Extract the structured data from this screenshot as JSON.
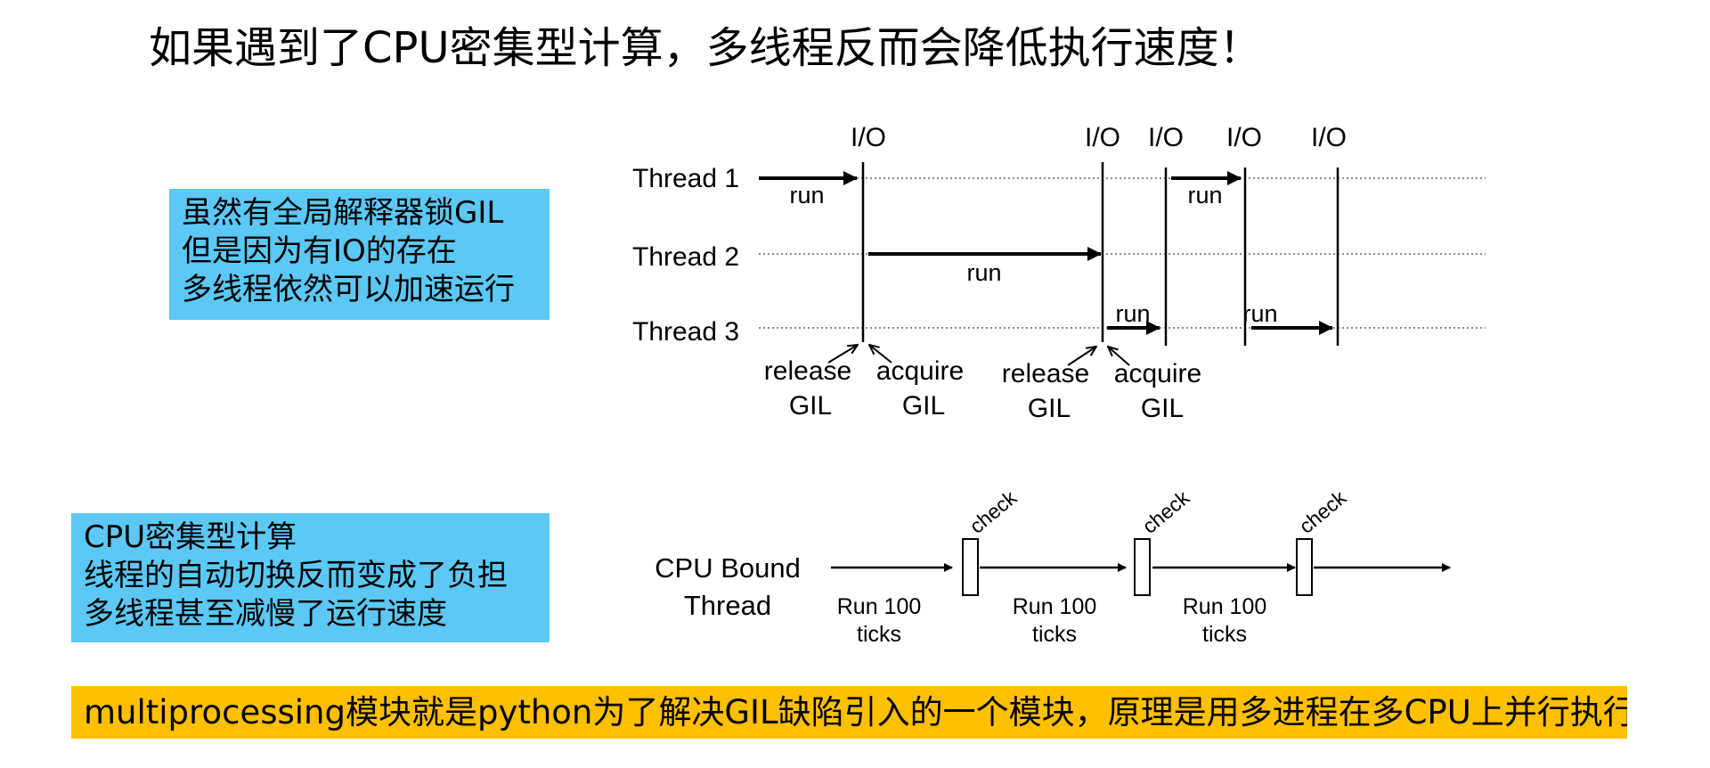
{
  "title": "如果遇到了CPU密集型计算，多线程反而会降低执行速度！",
  "note_io": {
    "lines": [
      "虽然有全局解释器锁GIL",
      "但是因为有IO的存在",
      "多线程依然可以加速运行"
    ]
  },
  "note_cpu": {
    "lines": [
      "CPU密集型计算",
      "线程的自动切换反而变成了负担",
      "多线程甚至减慢了运行速度"
    ]
  },
  "banner": "multiprocessing模块就是python为了解决GIL缺陷引入的一个模块，原理是用多进程在多CPU上并行执行",
  "io_diagram": {
    "io_labels": [
      "I/O",
      "I/O",
      "I/O",
      "I/O",
      "I/O"
    ],
    "threads": [
      "Thread 1",
      "Thread 2",
      "Thread 3"
    ],
    "run_label": "run",
    "release_label": [
      "release",
      "GIL"
    ],
    "acquire_label": [
      "acquire",
      "GIL"
    ]
  },
  "cpu_diagram": {
    "thread_label": [
      "CPU Bound",
      "Thread"
    ],
    "run_ticks_label": [
      "Run 100",
      "ticks"
    ],
    "check_label": "check"
  },
  "colors": {
    "note_bg": "#5bc8f5",
    "banner_bg": "#ffc000"
  }
}
